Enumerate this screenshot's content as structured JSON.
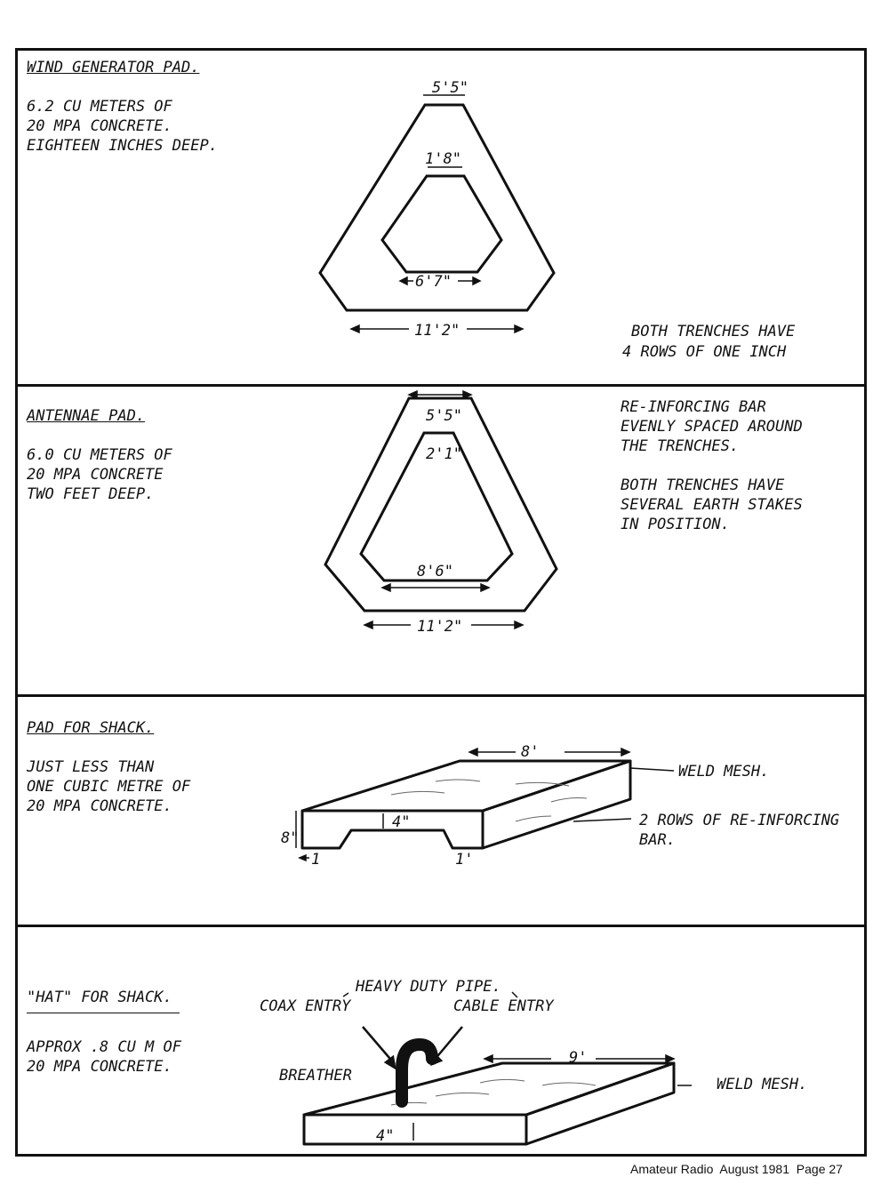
{
  "wind": {
    "title": "WIND GENERATOR PAD.",
    "lines": [
      "6.2 CU METERS OF",
      "20 MPA CONCRETE.",
      "EIGHTEEN INCHES DEEP."
    ],
    "dim_top": "5'5\"",
    "dim_inner_top": "1'8\"",
    "dim_inner_bottom": "6'7\"",
    "dim_bottom": "11'2\""
  },
  "note_right": {
    "lines": [
      "BOTH TRENCHES HAVE",
      "4 ROWS OF ONE INCH"
    ]
  },
  "antennae": {
    "title": "ANTENNAE PAD.",
    "lines": [
      "6.0 CU METERS OF",
      "20 MPA CONCRETE",
      "TWO FEET DEEP."
    ],
    "dim_top": "5'5\"",
    "dim_inner_top": "2'1\"",
    "dim_inner_bottom": "8'6\"",
    "dim_bottom": "11'2\""
  },
  "note_right2": {
    "lines": [
      "RE-INFORCING BAR",
      "EVENLY SPACED AROUND",
      "THE TRENCHES.",
      "",
      "BOTH TRENCHES HAVE",
      "SEVERAL EARTH STAKES",
      "IN POSITION."
    ]
  },
  "shack": {
    "title": "PAD FOR SHACK.",
    "lines": [
      "JUST LESS THAN",
      "ONE CUBIC METRE OF",
      "20 MPA CONCRETE."
    ],
    "dim_length": "8'",
    "dim_height": "8\"",
    "dim_recess": "4\"",
    "dim_foot_left": "1",
    "dim_foot_right": "1'",
    "label_mesh": "WELD MESH.",
    "label_rebar": [
      "2 ROWS OF RE-INFORCING",
      "BAR."
    ]
  },
  "hat": {
    "title": "\"HAT\" FOR SHACK.",
    "lines": [
      "APPROX .8 CU M OF",
      "20 MPA CONCRETE."
    ],
    "label_pipe": "HEAVY DUTY PIPE.",
    "label_coax": "COAX ENTRY",
    "label_cable": "CABLE ENTRY",
    "label_breather": "BREATHER",
    "dim_length": "9'",
    "dim_thickness": "4\"",
    "label_mesh": "WELD MESH."
  },
  "footer": {
    "text": "Amateur Radio  August 1981  Page 27"
  }
}
